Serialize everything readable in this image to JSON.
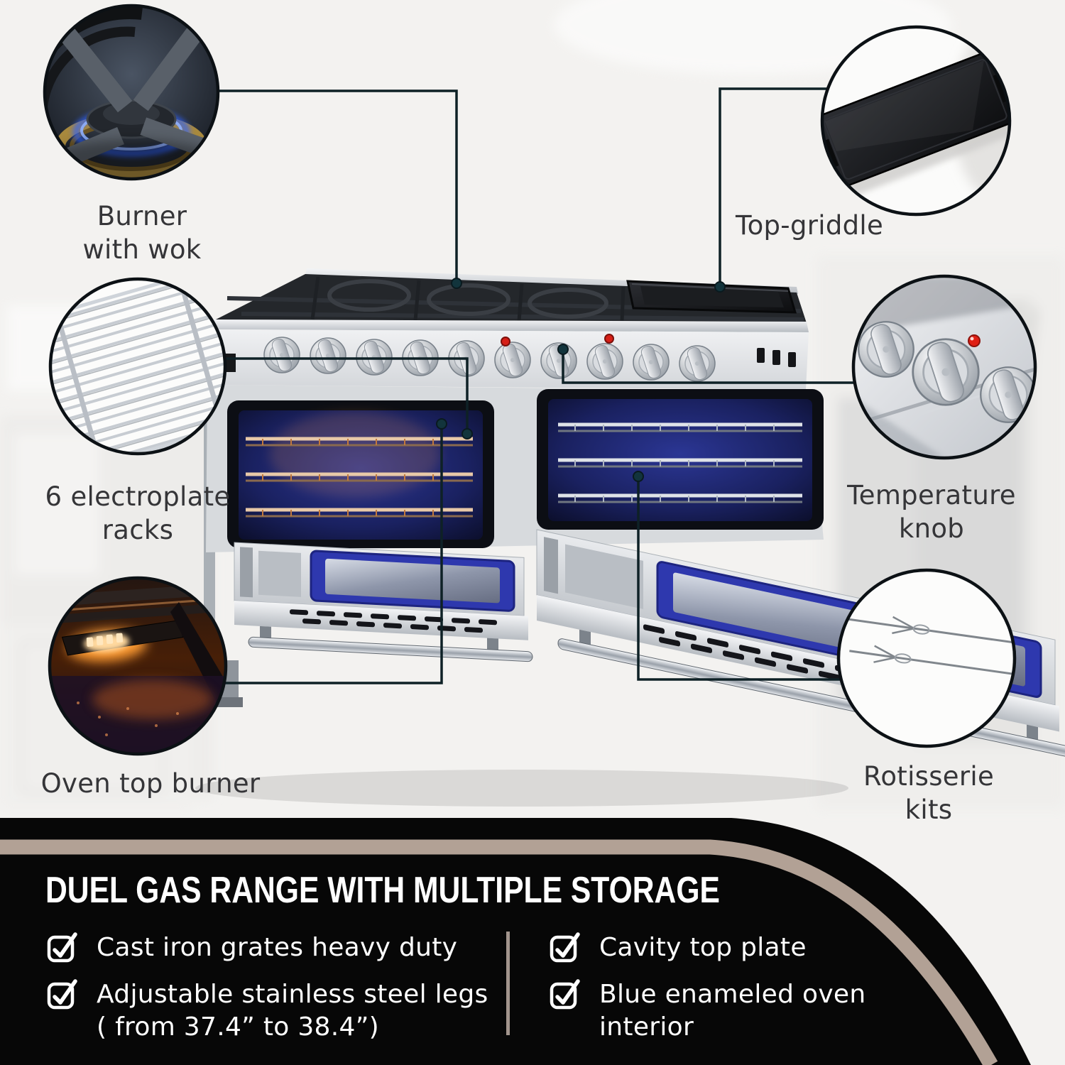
{
  "colors": {
    "label_text": "#353538",
    "banner_bg": "#070707",
    "stripe_tan": "#b2a195",
    "divider": "#a1948c",
    "line": "#0e2126",
    "dot": "#12343c",
    "oven_blue": "#2a34a8"
  },
  "callouts": [
    {
      "id": "burner-wok",
      "line1": "Burner",
      "line2": "with wok"
    },
    {
      "id": "electroplate-racks",
      "line1": "6 electroplate",
      "line2": "racks"
    },
    {
      "id": "oven-top-burner",
      "line1": "Oven top burner",
      "line2": ""
    },
    {
      "id": "top-griddle",
      "line1": "Top-griddle",
      "line2": ""
    },
    {
      "id": "temperature-knob",
      "line1": "Temperature",
      "line2": "knob"
    },
    {
      "id": "rotisserie-kits",
      "line1": "Rotisserie",
      "line2": "kits"
    }
  ],
  "banner": {
    "title": "DUEL GAS RANGE WITH MULTIPLE STORAGE",
    "columns": [
      {
        "items": [
          {
            "line1": "Cast iron grates heavy duty",
            "line2": ""
          },
          {
            "line1": "Adjustable stainless steel legs",
            "line2": "( from 37.4” to 38.4”)"
          }
        ]
      },
      {
        "items": [
          {
            "line1": "Cavity top plate",
            "line2": ""
          },
          {
            "line1": "Blue enameled oven",
            "line2": "interior"
          }
        ]
      }
    ]
  }
}
